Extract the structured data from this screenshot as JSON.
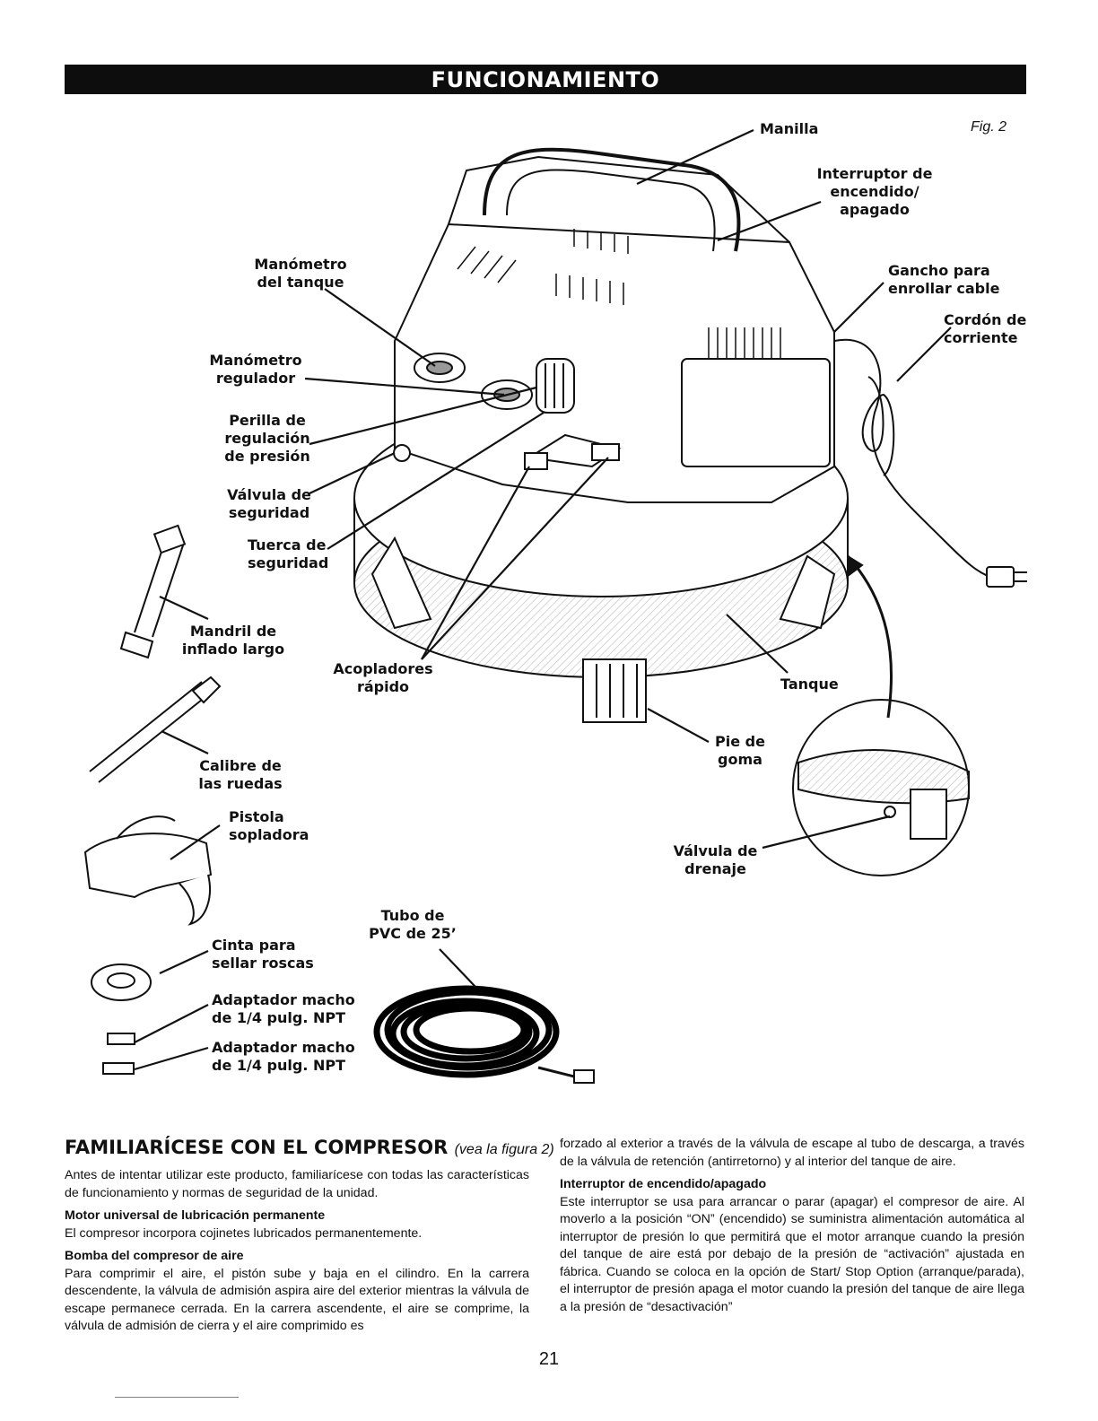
{
  "header": {
    "title": "FUNCIONAMIENTO"
  },
  "figure": {
    "fig_label": "Fig. 2",
    "labels": {
      "manilla": "Manilla",
      "interruptor": "Interruptor de\nencendido/\napagado",
      "gancho": "Gancho para\nenrollar cable",
      "cordon": "Cordón de\ncorriente",
      "manometro_tanque": "Manómetro\ndel tanque",
      "manometro_regulador": "Manómetro\nregulador",
      "perilla": "Perilla de\nregulación\nde presión",
      "valvula_seguridad": "Válvula de\nseguridad",
      "tuerca": "Tuerca de\nseguridad",
      "mandril": "Mandril de\ninflado largo",
      "acopladores": "Acopladores\nrápido",
      "tanque": "Tanque",
      "pie": "Pie de\ngoma",
      "calibre": "Calibre de\nlas ruedas",
      "pistola": "Pistola\nsopladora",
      "valvula_drenaje": "Válvula de\ndrenaje",
      "tubo": "Tubo de\nPVC de 25’",
      "cinta": "Cinta para\nsellar roscas",
      "adaptador1": "Adaptador macho\nde 1/4 pulg. NPT",
      "adaptador2": "Adaptador macho\nde 1/4 pulg. NPT"
    }
  },
  "section": {
    "heading": "FAMILIARÍCESE CON EL COMPRESOR",
    "heading_ref": "(vea la figura 2)",
    "intro": "Antes de intentar utilizar este producto, familiarícese con todas las características de funcionamiento y normas de seguridad de la unidad.",
    "motor_title": "Motor universal de lubricación permanente",
    "motor_text": "El compresor incorpora cojinetes lubricados permanentemente.",
    "bomba_title": "Bomba del compresor de aire",
    "bomba_text": "Para comprimir el aire, el pistón sube y baja en el cilindro. En la carrera descendente, la válvula de admisión aspira aire del exterior mientras la válvula de escape permanece cerrada. En la carrera ascendente, el aire se comprime, la válvula de admisión de cierra y el aire comprimido es",
    "bomba_cont": "forzado al exterior a través de la válvula de escape al tubo de descarga, a través de la válvula de retención (antirretorno) y al interior del tanque de aire.",
    "interruptor_title": "Interruptor de encendido/apagado",
    "interruptor_text": "Este interruptor se usa para arrancar o parar (apagar) el compresor de aire. Al moverlo a la posición “ON” (encendido) se suministra alimentación automática al interruptor de presión lo que permitirá que el motor arranque cuando la presión del tanque de aire está por debajo de la presión de “activación” ajustada en fábrica. Cuando se coloca en la opción de Start/ Stop Option (arranque/parada), el interruptor de presión apaga el motor cuando la presión del tanque de aire llega a la presión de “desactivación”"
  },
  "footer": {
    "page_number": "21"
  }
}
